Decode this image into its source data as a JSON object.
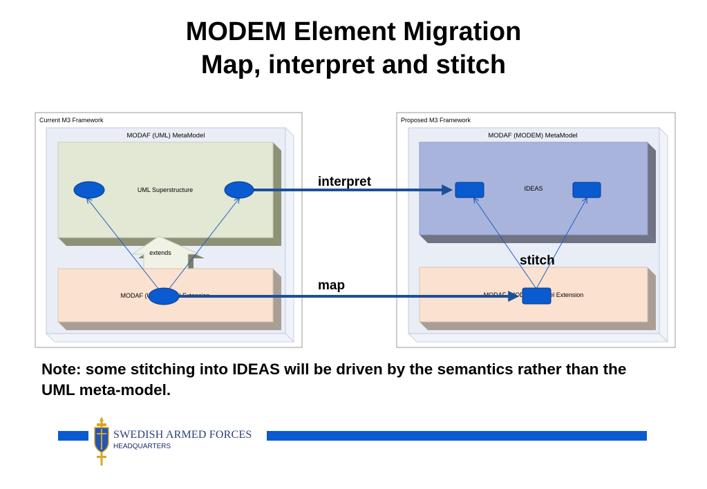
{
  "title": {
    "line1": "MODEM Element Migration",
    "line2": "Map, interpret and stitch"
  },
  "left_framework": {
    "label": "Current M3 Framework",
    "metamodel_label": "MODAF (UML) MetaModel",
    "superstructure_label": "UML Superstructure",
    "extends_label": "extends",
    "extension_label": "MODAF (UML) Model Extension"
  },
  "right_framework": {
    "label": "Proposed M3 Framework",
    "metamodel_label": "MODAF (MODEM) MetaModel",
    "ideas_label": "IDEAS",
    "extension_label": "MODAF (MODEM) Model Extension"
  },
  "arrows": {
    "interpret_label": "interpret",
    "map_label": "map",
    "stitch_label": "stitch"
  },
  "note": "Note: some stitching into IDEAS will be driven by the semantics rather than the UML meta-model.",
  "footer": {
    "org_name": "SWEDISH ARMED FORCES",
    "org_sub": "HEADQUARTERS",
    "logo_icon": "crest-sword-icon",
    "bar_color": "#0a5bd0"
  },
  "colors": {
    "uml_box": "#e2e8d3",
    "ideas_box": "#a9b4dc",
    "extension_box": "#fbe1cf",
    "node_fill": "#0a5bd0",
    "connector": "#1c4f9a"
  }
}
